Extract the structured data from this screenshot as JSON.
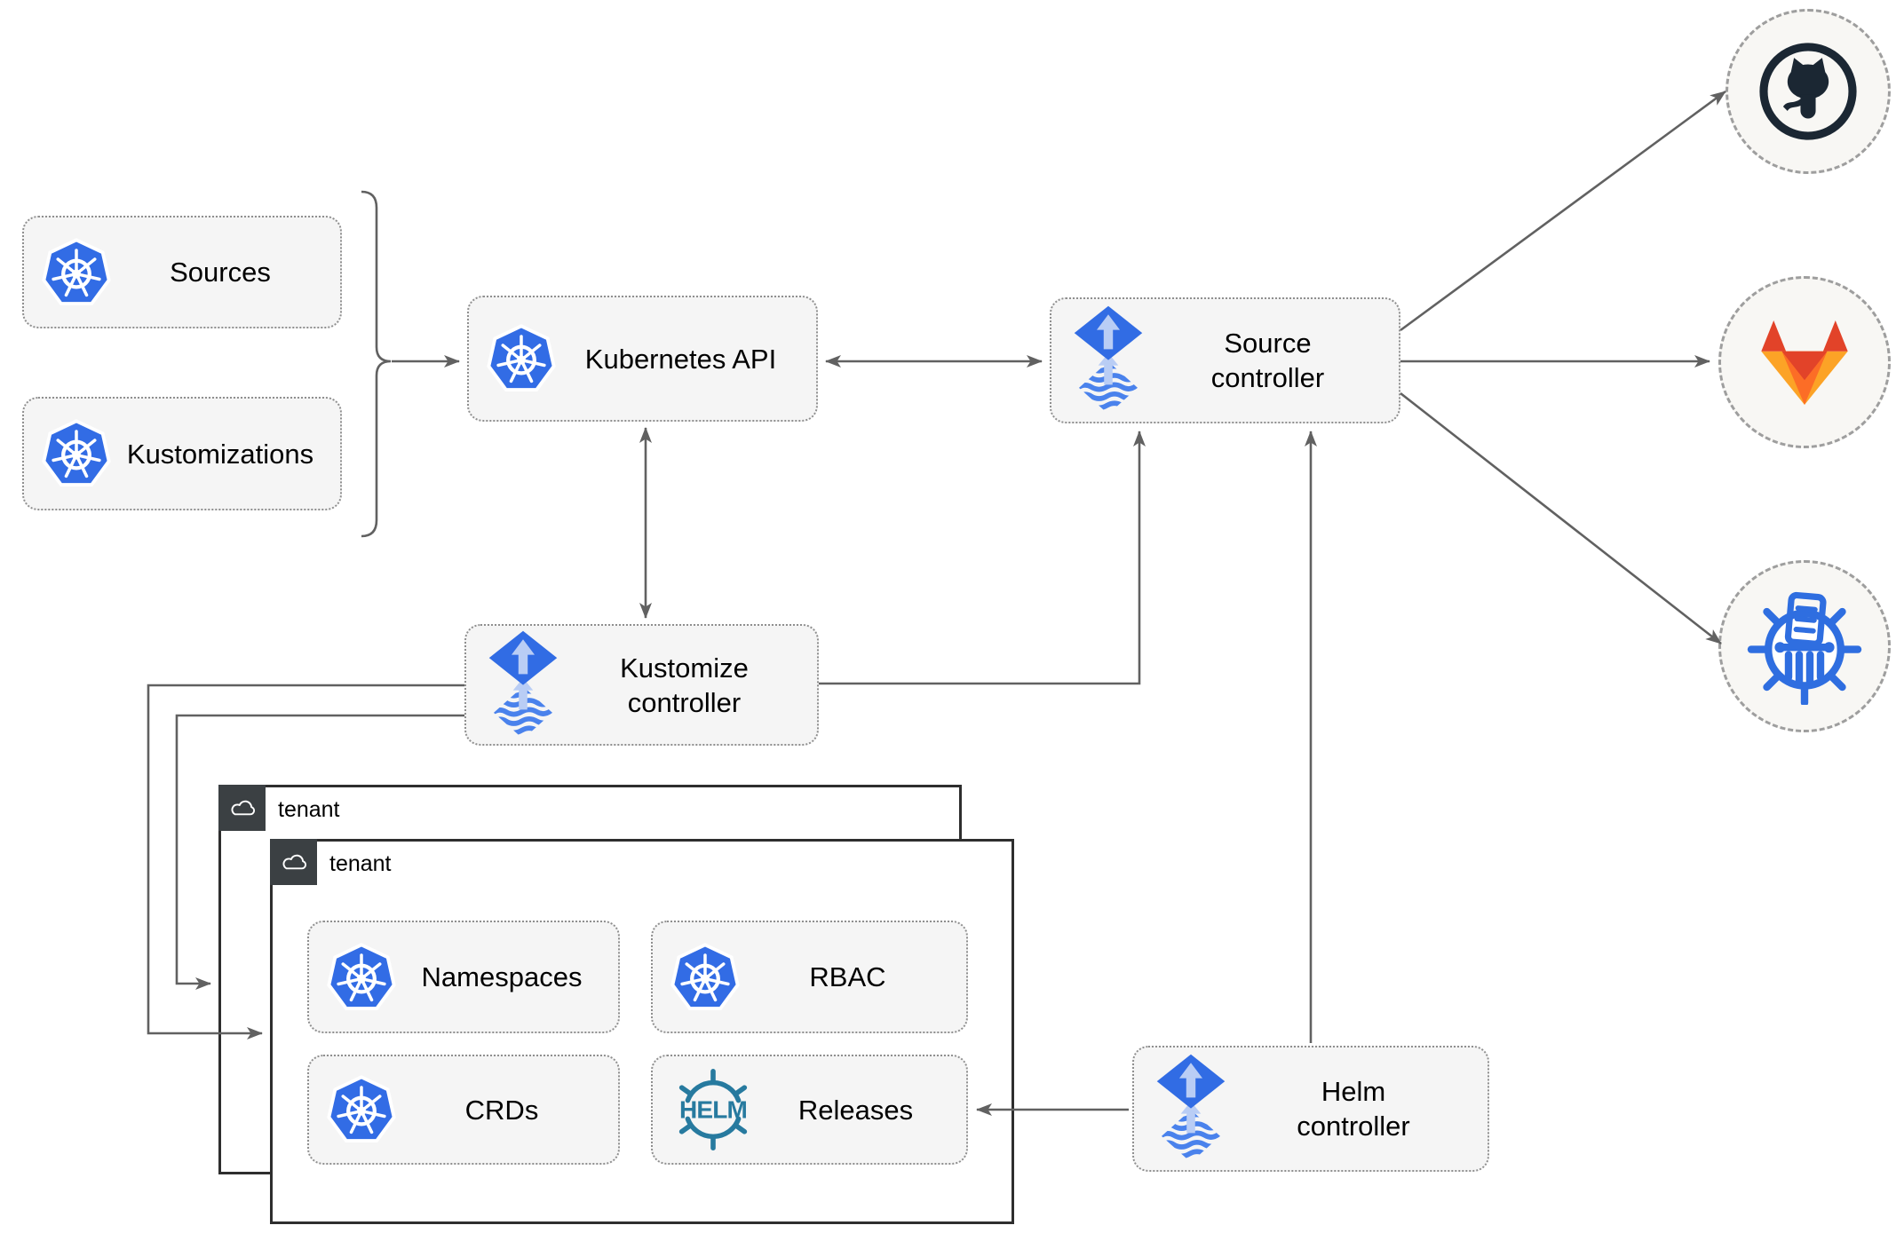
{
  "colors": {
    "kubernetes_blue": "#326CE5",
    "flux_blue": "#316CE4",
    "flux_arrow_light": "#B9CDF5",
    "flux_wave_blue": "#4A82EC",
    "helm_teal": "#277A9F",
    "github_dark": "#1B2733",
    "gitlab_red": "#E24329",
    "gitlab_orange": "#FC6D26",
    "gitlab_yellow": "#FCA326",
    "chartmuseum_blue": "#2F6EE0",
    "edge_gray": "#616161",
    "node_fill": "#F5F5F5",
    "node_border": "#8F8F8F",
    "tenant_border": "#2E2E2E",
    "tenant_tab": "#3B4043",
    "circle_fill": "#F8F7F4",
    "circle_border": "#9E9E9E",
    "text": "#000000"
  },
  "nodes": {
    "sources": {
      "label": "Sources",
      "icon": "kubernetes-icon"
    },
    "kustomizations": {
      "label": "Kustomizations",
      "icon": "kubernetes-icon"
    },
    "kubernetes_api": {
      "label": "Kubernetes API",
      "icon": "kubernetes-icon"
    },
    "source_controller": {
      "line1": "Source",
      "line2": "controller",
      "icon": "flux-icon"
    },
    "kustomize_controller": {
      "line1": "Kustomize",
      "line2": "controller",
      "icon": "flux-icon"
    },
    "helm_controller": {
      "line1": "Helm",
      "line2": "controller",
      "icon": "flux-icon"
    },
    "namespaces": {
      "label": "Namespaces",
      "icon": "kubernetes-icon"
    },
    "rbac": {
      "label": "RBAC",
      "icon": "kubernetes-icon"
    },
    "crds": {
      "label": "CRDs",
      "icon": "kubernetes-icon"
    },
    "releases": {
      "label": "Releases",
      "icon": "helm-icon",
      "icon_text": "HELM"
    }
  },
  "tenants": {
    "back": {
      "label": "tenant",
      "icon": "cloud-icon"
    },
    "front": {
      "label": "tenant",
      "icon": "cloud-icon"
    }
  },
  "externals": {
    "github": {
      "icon": "github-icon"
    },
    "gitlab": {
      "icon": "gitlab-icon"
    },
    "chartmuseum": {
      "icon": "chartmuseum-icon"
    }
  }
}
